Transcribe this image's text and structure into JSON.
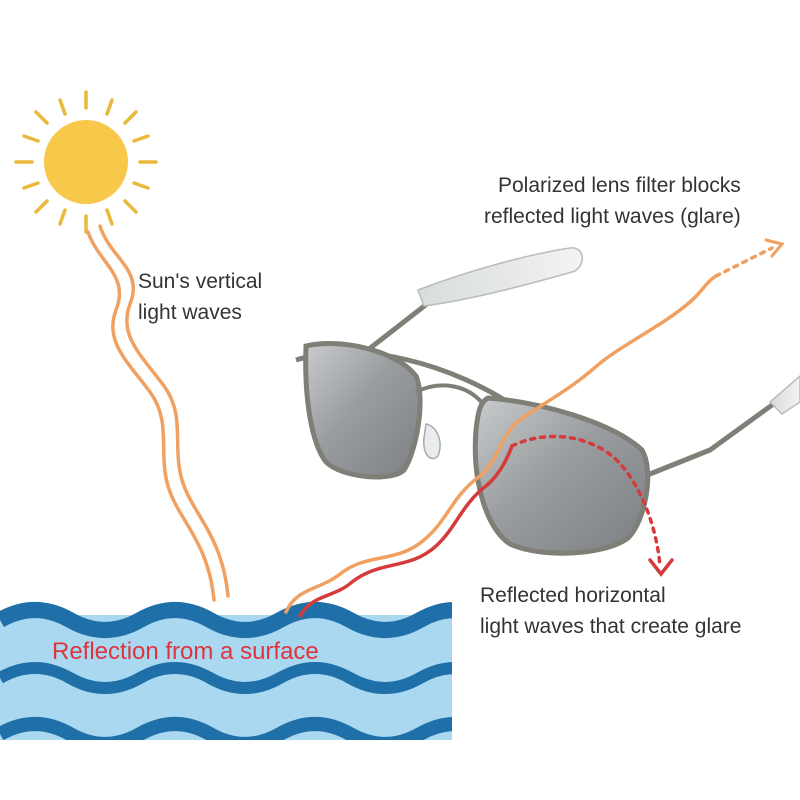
{
  "labels": {
    "sun_vertical": [
      "Sun's vertical",
      "light waves"
    ],
    "polarized_filter": [
      "Polarized lens filter blocks",
      "reflected light waves (glare)"
    ],
    "reflected_horizontal": [
      "Reflected horizontal",
      "light waves that create glare"
    ],
    "surface_reflection": "Reflection from a surface"
  },
  "icons": {
    "sun": "sun-icon",
    "sunglasses": "aviator-sunglasses-icon",
    "water": "water-waves-icon"
  },
  "colors": {
    "sun": "#f8c84a",
    "sun_rays": "#e8b93a",
    "vertical_wave": "#f0a060",
    "reflected_wave": "#d63a3a",
    "surface_text": "#e0343d",
    "water_dark": "#1f6fa8",
    "water_light": "#a9d8f0",
    "lens": "#8d9193",
    "frame": "#7f7f78"
  }
}
